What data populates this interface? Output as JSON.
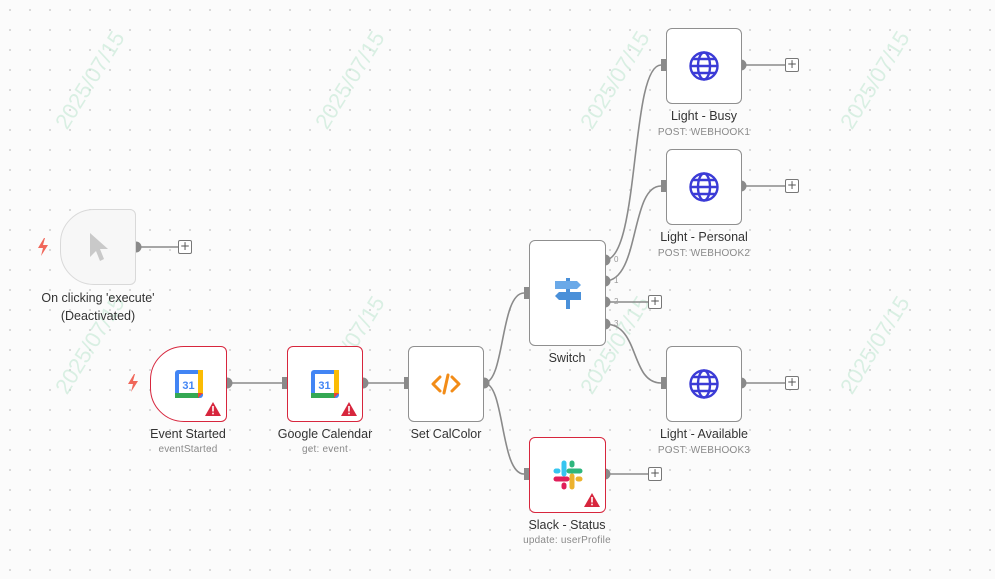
{
  "nodes": {
    "manual": {
      "title": "On clicking 'execute'",
      "subtitle": "(Deactivated)"
    },
    "event_started": {
      "title": "Event Started",
      "subtitle": "eventStarted"
    },
    "google_calendar": {
      "title": "Google Calendar",
      "subtitle": "get: event"
    },
    "set_calcolor": {
      "title": "Set CalColor"
    },
    "switch": {
      "title": "Switch",
      "outputs": [
        "0",
        "1",
        "2",
        "3"
      ]
    },
    "light_busy": {
      "title": "Light - Busy",
      "subtitle": "POST: WEBHOOK1"
    },
    "light_personal": {
      "title": "Light - Personal",
      "subtitle": "POST: WEBHOOK2"
    },
    "light_available": {
      "title": "Light - Available",
      "subtitle": "POST: WEBHOOK3"
    },
    "slack_status": {
      "title": "Slack - Status",
      "subtitle": "update: userProfile"
    }
  },
  "calendar_icon_text": "31",
  "add_symbol": "+",
  "watermark_text": "2025/07/15",
  "colors": {
    "error_border": "#d7263d",
    "connector": "#8a8a8a",
    "code_icon": "#f28c18",
    "switch_icon": "#4a90d9",
    "globe_icon": "#3b3bd6",
    "trigger_bolt": "#f0675a"
  },
  "icons": {
    "manual": "cursor-icon",
    "event_started": "google-calendar-icon",
    "google_calendar": "google-calendar-icon",
    "set_calcolor": "code-icon",
    "switch": "signpost-icon",
    "http": "globe-icon",
    "slack": "slack-icon",
    "error": "warning-icon",
    "trigger": "lightning-bolt-icon"
  }
}
